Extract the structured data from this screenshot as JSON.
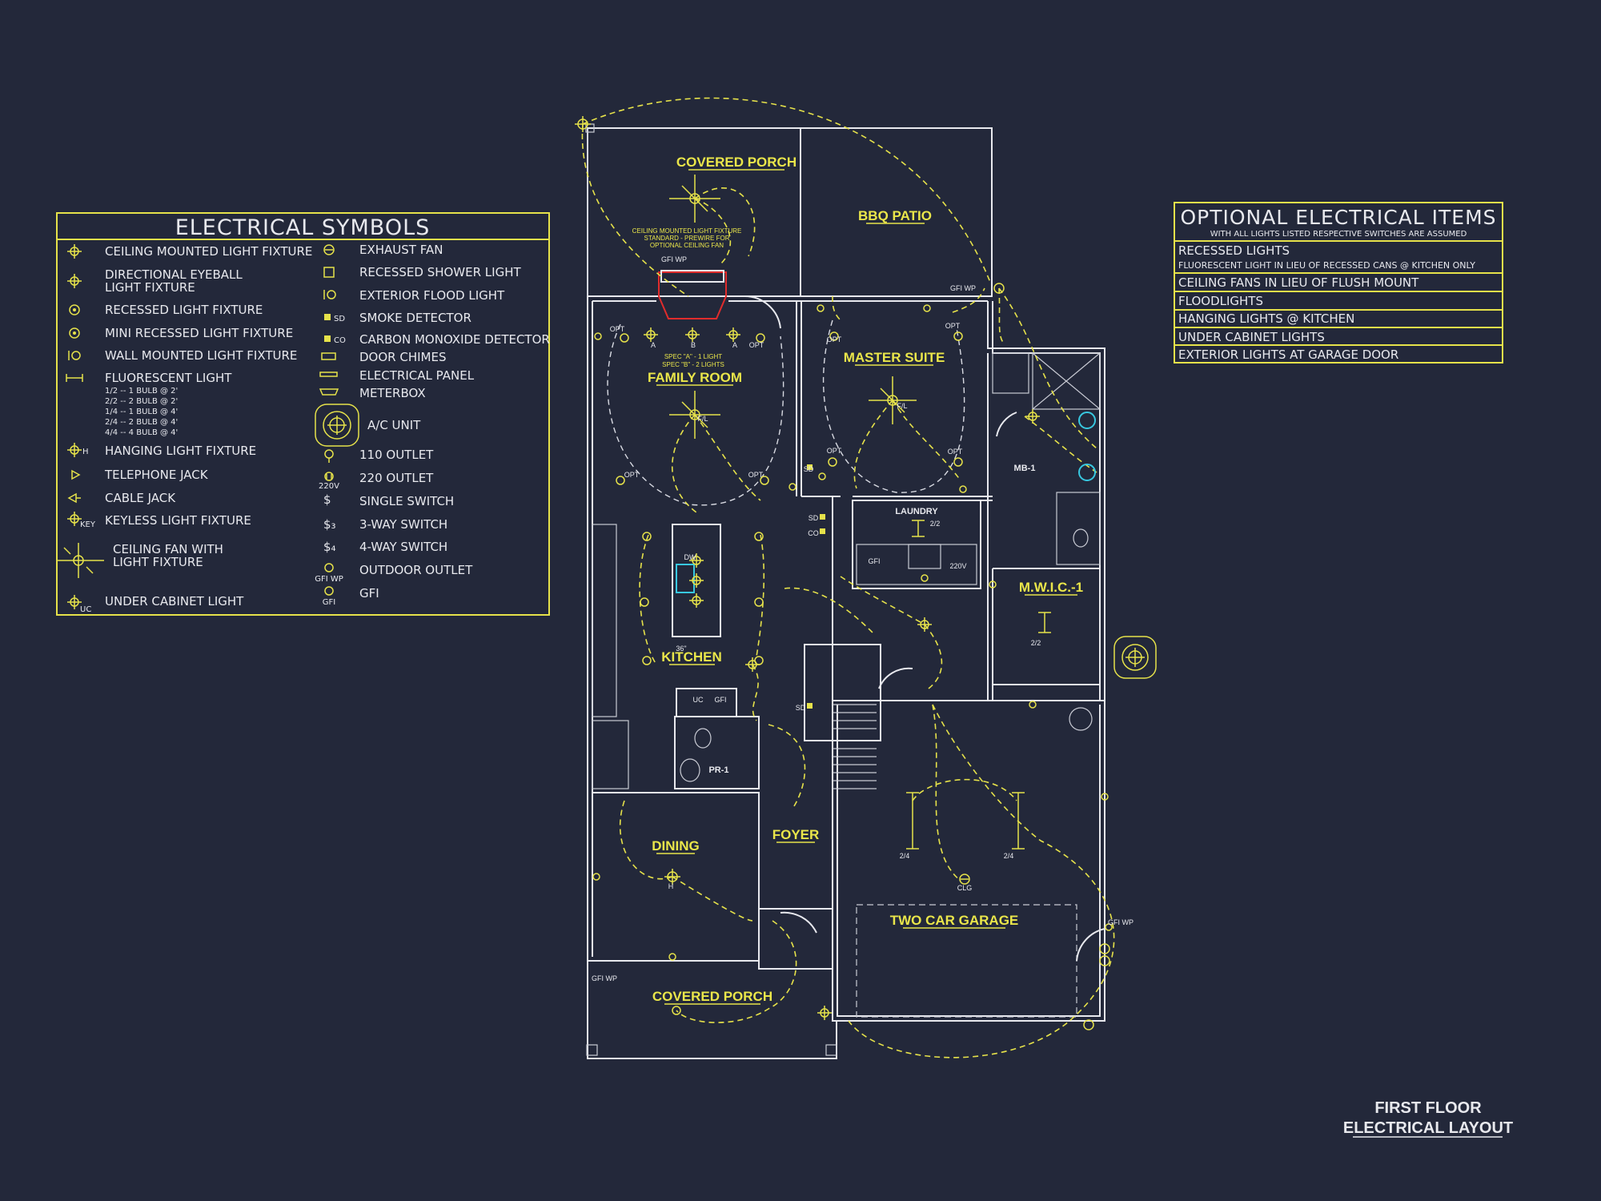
{
  "legend": {
    "title": "ELECTRICAL SYMBOLS",
    "left_items": [
      "CEILING MOUNTED LIGHT FIXTURE",
      "DIRECTIONAL EYEBALL",
      "LIGHT FIXTURE",
      "RECESSED LIGHT FIXTURE",
      "MINI RECESSED LIGHT FIXTURE",
      "WALL MOUNTED LIGHT FIXTURE",
      "FLUORESCENT LIGHT",
      "HANGING LIGHT FIXTURE",
      "TELEPHONE JACK",
      "CABLE JACK",
      "KEYLESS LIGHT FIXTURE",
      "CEILING FAN WITH",
      "LIGHT FIXTURE",
      "UNDER CABINET LIGHT"
    ],
    "fluorescent_notes": [
      "1/2 -- 1 BULB @ 2'",
      "2/2 -- 2 BULB @ 2'",
      "1/4 -- 1 BULB @ 4'",
      "2/4 -- 2 BULB @ 4'",
      "4/4 -- 4 BULB @ 4'"
    ],
    "right_items": [
      "EXHAUST FAN",
      "RECESSED SHOWER LIGHT",
      "EXTERIOR FLOOD LIGHT",
      "SMOKE DETECTOR",
      "CARBON MONOXIDE DETECTOR",
      "DOOR CHIMES",
      "ELECTRICAL PANEL",
      "METERBOX",
      "A/C UNIT",
      "110 OUTLET",
      "220 OUTLET",
      "SINGLE SWITCH",
      "3-WAY SWITCH",
      "4-WAY SWITCH",
      "OUTDOOR OUTLET",
      "GFI"
    ],
    "symbol_codes": [
      "H",
      "KEY",
      "UC",
      "SD",
      "CO",
      "220V",
      "GFI WP",
      "GFI"
    ]
  },
  "optional": {
    "title": "OPTIONAL ELECTRICAL ITEMS",
    "subtitle": "WITH ALL LIGHTS LISTED RESPECTIVE SWITCHES ARE ASSUMED",
    "items": [
      "RECESSED LIGHTS",
      "FLUORESCENT LIGHT IN LIEU OF RECESSED CANS @ KITCHEN ONLY",
      "CEILING FANS IN LIEU OF FLUSH MOUNT",
      "FLOODLIGHTS",
      "HANGING LIGHTS @ KITCHEN",
      "UNDER CABINET LIGHTS",
      "EXTERIOR LIGHTS AT GARAGE DOOR"
    ]
  },
  "rooms": {
    "covered_porch_top": "COVERED PORCH",
    "bbq_patio": "BBQ PATIO",
    "family_room": "FAMILY ROOM",
    "master_suite": "MASTER SUITE",
    "kitchen": "KITCHEN",
    "laundry": "LAUNDRY",
    "mb1": "MB-1",
    "mwic1": "M.W.I.C.-1",
    "pr1": "PR-1",
    "dining": "DINING",
    "foyer": "FOYER",
    "two_car_garage": "TWO CAR GARAGE",
    "covered_porch_bottom": "COVERED PORCH"
  },
  "notes": {
    "ceiling_light_note": [
      "CEILING MOUNTED LIGHT FIXTURE",
      "STANDARD - PREWIRE FOR",
      "OPTIONAL CEILING FAN"
    ],
    "spec_note": [
      "SPEC \"A\" - 1 LIGHT",
      "SPEC \"B\" - 2 LIGHTS"
    ],
    "opt": "OPT",
    "fl": "F/L",
    "a": "A",
    "b": "B",
    "two_two": "2/2",
    "two_four": "2/4",
    "clg": "CLG",
    "seven_two": "36\"",
    "gfi_wp": "GFI WP",
    "sd": "SD",
    "co": "CO",
    "gfi": "GFI",
    "v220": "220V",
    "dw": "DW",
    "h": "H",
    "uc": "UC"
  },
  "sheet_title": [
    "FIRST FLOOR",
    "ELECTRICAL LAYOUT"
  ],
  "colors": {
    "background": "#23283a",
    "wire": "#e6e24a",
    "wall": "#e8e9ee",
    "accent_red": "#e02c2c",
    "accent_cyan": "#38c8e0"
  }
}
